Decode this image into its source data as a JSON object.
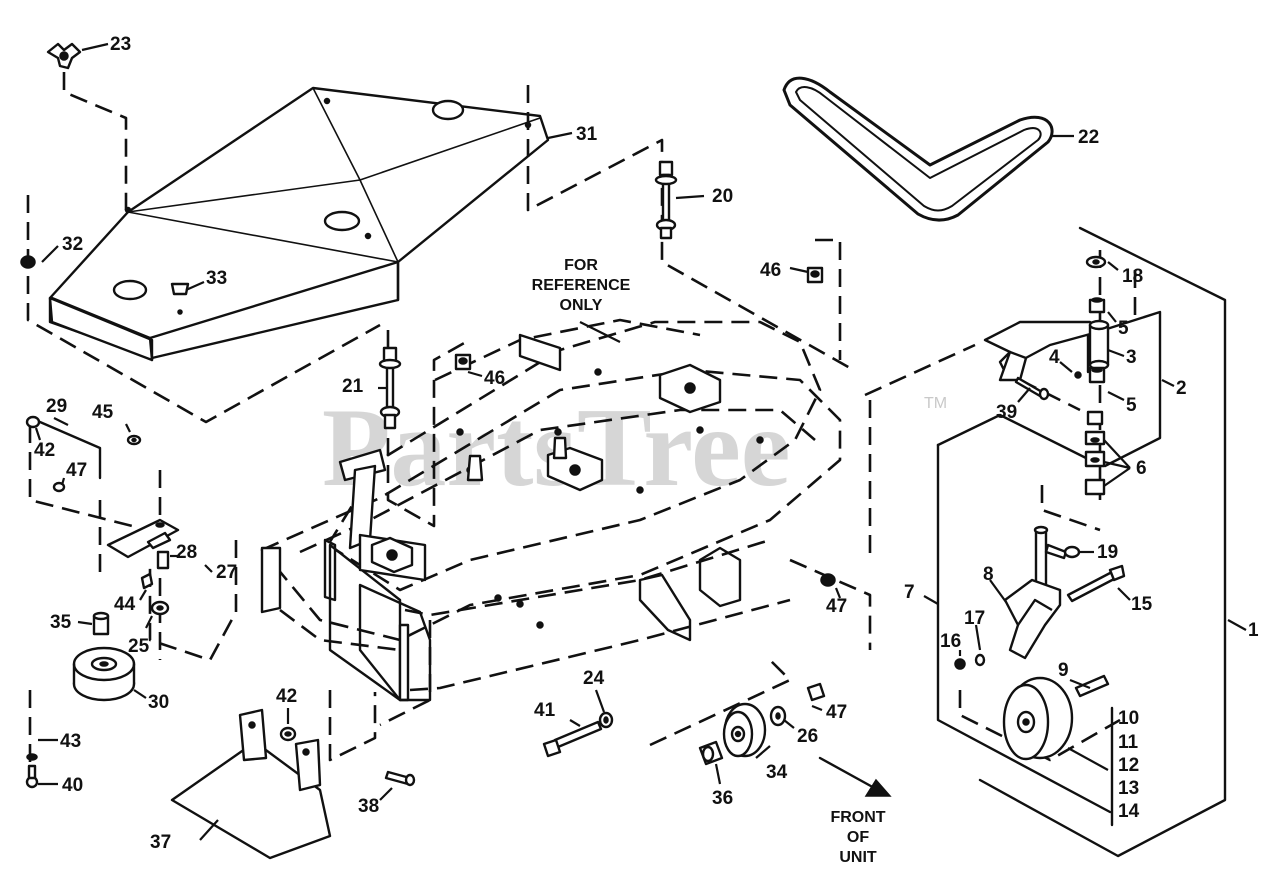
{
  "watermark": {
    "text": "PartsTree",
    "trademark": "TM"
  },
  "notes": {
    "reference": [
      "FOR",
      "REFERENCE",
      "ONLY"
    ],
    "front": [
      "FRONT",
      "OF",
      "UNIT"
    ]
  },
  "callouts": {
    "c1": "1",
    "c2": "2",
    "c3": "3",
    "c4": "4",
    "c5a": "5",
    "c5b": "5",
    "c6": "6",
    "c7": "7",
    "c8": "8",
    "c9": "9",
    "c10": "10",
    "c11": "11",
    "c12": "12",
    "c13": "13",
    "c14": "14",
    "c15": "15",
    "c16": "16",
    "c17": "17",
    "c18": "18",
    "c19": "19",
    "c20": "20",
    "c21": "21",
    "c22": "22",
    "c23": "23",
    "c24": "24",
    "c25": "25",
    "c26": "26",
    "c27": "27",
    "c28": "28",
    "c29": "29",
    "c30": "30",
    "c31": "31",
    "c32": "32",
    "c33": "33",
    "c34": "34",
    "c35": "35",
    "c36": "36",
    "c37": "37",
    "c38": "38",
    "c39": "39",
    "c40": "40",
    "c41": "41",
    "c42a": "42",
    "c42b": "42",
    "c43": "43",
    "c44": "44",
    "c45": "45",
    "c46a": "46",
    "c46b": "46",
    "c47a": "47",
    "c47b": "47",
    "c47c": "47"
  }
}
